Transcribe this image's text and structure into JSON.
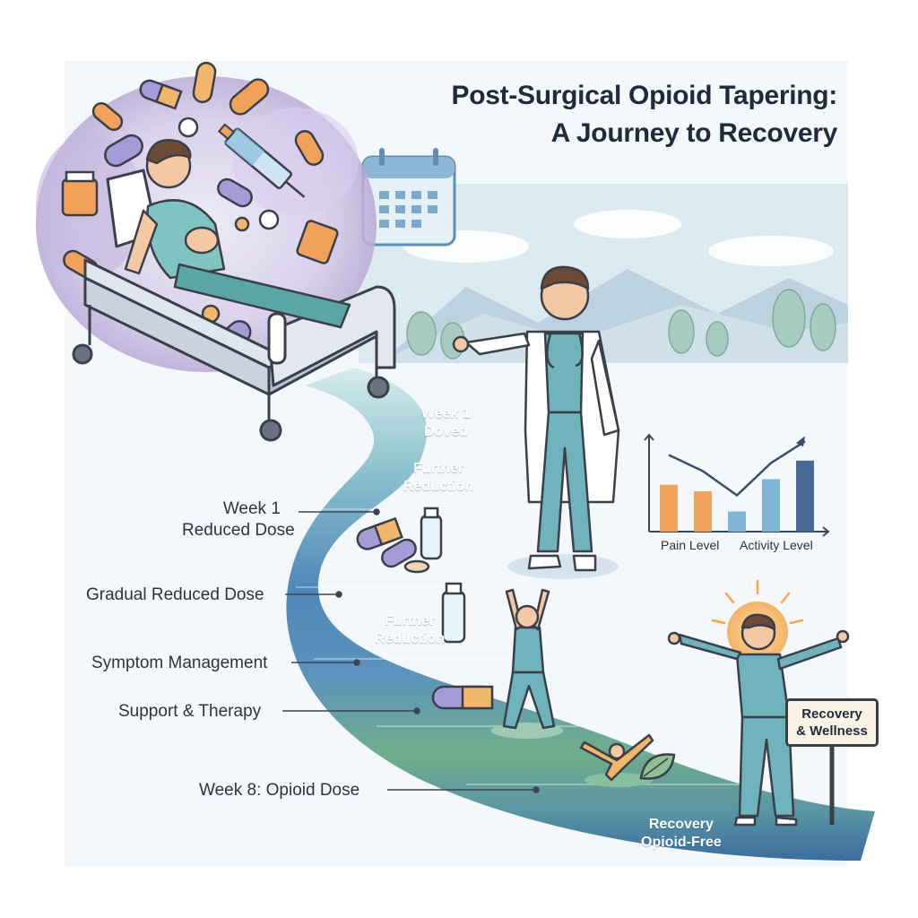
{
  "title": {
    "line1": "Post-Surgical Opioid Tapering:",
    "line2": "A Journey to Recovery"
  },
  "timeline_labels": [
    {
      "line1": "Week 1",
      "line2": "Reduced Dose"
    },
    {
      "text": "Gradual Reduced Dose"
    },
    {
      "text": "Symptom Management"
    },
    {
      "text": "Support & Therapy"
    },
    {
      "text": "Week 8: Opioid Dose"
    }
  ],
  "path_labels": [
    {
      "line1": "Week 1",
      "line2": "Doved"
    },
    {
      "line1": "Further",
      "line2": "Reduction"
    },
    {
      "line1": "Further",
      "line2": "Reduction"
    },
    {
      "line1": "Recovery",
      "line2": "Opioid-Free"
    }
  ],
  "sign": {
    "line1": "Recovery",
    "line2": "& Wellness"
  },
  "chart_data": {
    "type": "bar",
    "categories": [
      "",
      "",
      "",
      "",
      ""
    ],
    "series": [
      {
        "values": [
          58,
          50,
          25,
          65,
          88
        ]
      }
    ],
    "bar_colors": [
      "#f0a25a",
      "#f0a25a",
      "#7fb6d8",
      "#7fb6d8",
      "#4a6a95"
    ],
    "trend_line": [
      95,
      75,
      45,
      85,
      112
    ],
    "xlabels": [
      "Pain Level",
      "Activity Level"
    ],
    "ylim": [
      0,
      120
    ]
  },
  "colors": {
    "path_start": "#bfe0e0",
    "path_mid": "#4f87b8",
    "path_green": "#6fae8c",
    "path_end": "#3a6e9e",
    "scrub": "#6fa9b6",
    "sky": "#dbe9f1",
    "mountain": "#bcd2df",
    "tree": "#a8cbc0"
  }
}
